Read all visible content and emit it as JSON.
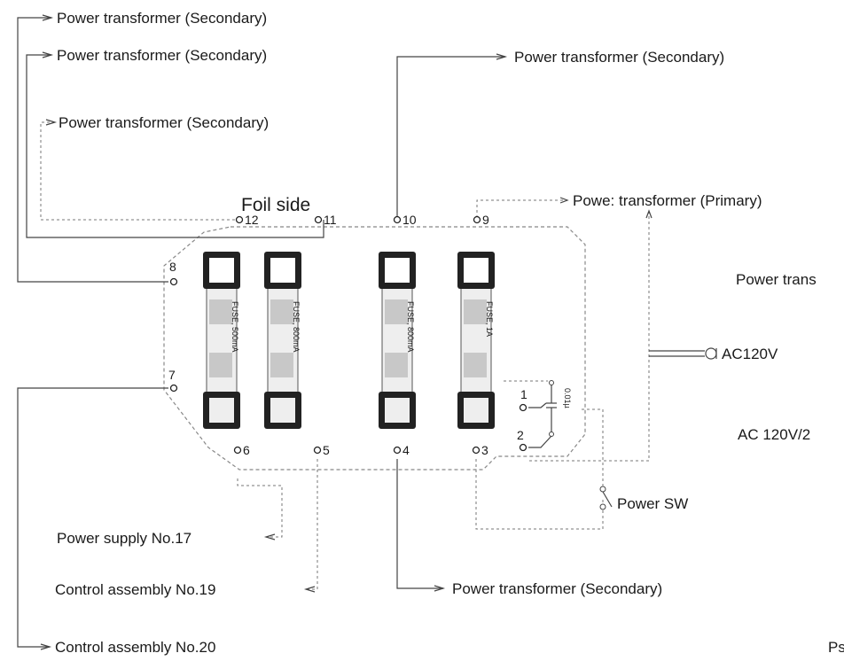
{
  "diagram": {
    "board_title": "Foil side",
    "terminals": [
      "12",
      "11",
      "10",
      "9",
      "8",
      "7",
      "6",
      "5",
      "4",
      "3",
      "1",
      "2"
    ],
    "fuses": [
      {
        "rating": "FUSE, 500mA"
      },
      {
        "rating": "FUSE, 800mA"
      },
      {
        "rating": "FUSE, 800mA"
      },
      {
        "rating": "FUSE, 1A"
      }
    ],
    "capacitor_label": "0.01µ",
    "labels": {
      "sec_top1": "Power transformer (Secondary)",
      "sec_top2": "Power transformer (Secondary)",
      "sec_top3": "Power transformer (Secondary)",
      "sec_right": "Power transformer (Secondary)",
      "primary": "Powe: transformer (Primary)",
      "power_trans_cut": "Power trans",
      "ac120v": "AC120V",
      "ac120v2_cut": "AC 120V/2",
      "power_sw": "Power SW",
      "power_supply": "Power supply No.17",
      "control19": "Control assembly No.19",
      "sec_bottom": "Power transformer (Secondary)",
      "control20": "Control assembly No.20",
      "corner_cut": "Ps"
    }
  }
}
